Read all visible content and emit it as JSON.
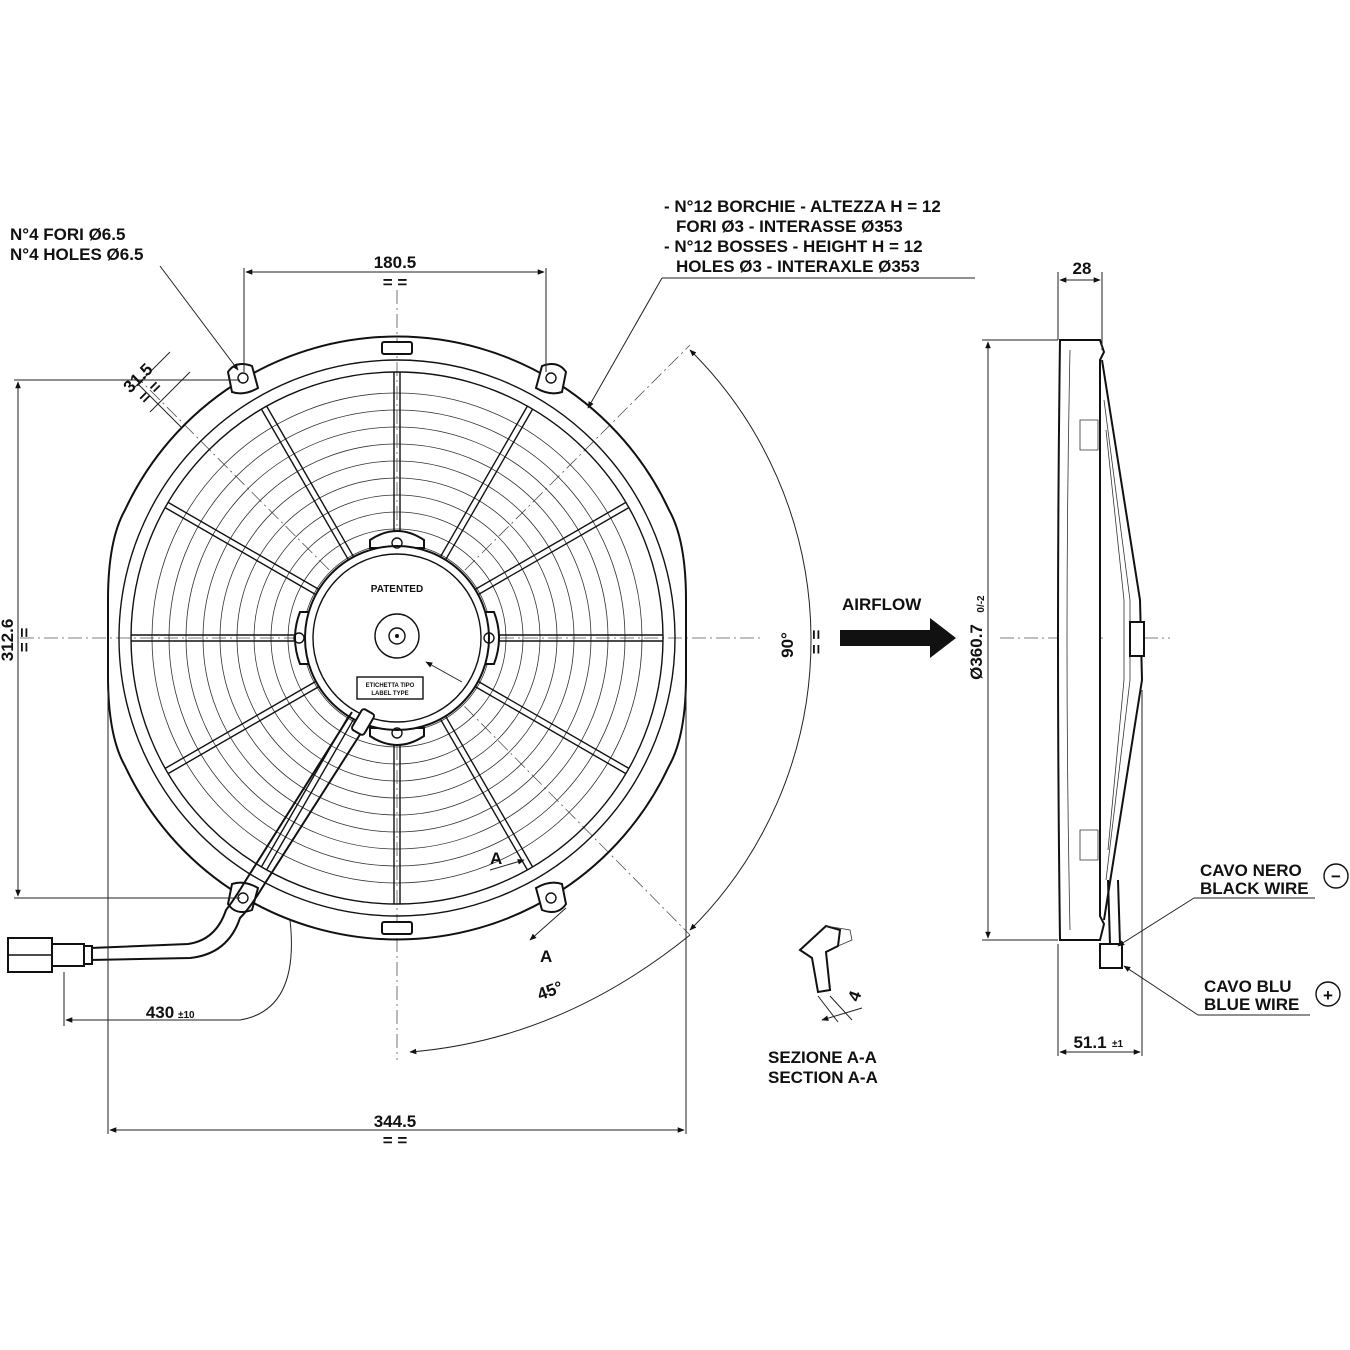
{
  "notes": {
    "holes_it": "N°4 FORI Ø6.5",
    "holes_en": "N°4 HOLES Ø6.5",
    "bosses_line1": "- N°12 BORCHIE - ALTEZZA H = 12",
    "bosses_line2": "FORI Ø3 - INTERASSE Ø353",
    "bosses_line3": "- N°12 BOSSES - HEIGHT H = 12",
    "bosses_line4": "HOLES Ø3 - INTERAXLE Ø353"
  },
  "dimensions": {
    "top_width": "180.5",
    "offset": "31.5",
    "height": "312.6",
    "bottom_width": "344.5",
    "cable": "430",
    "cable_tol": "±10",
    "angle_90": "90°",
    "angle_45": "45°",
    "equal": "= =",
    "side_depth": "28",
    "side_diameter": "Ø360.7",
    "side_diameter_tol": "0/-2",
    "side_total": "51.1",
    "side_total_tol": "±1",
    "section_thickness": "4"
  },
  "labels": {
    "airflow": "AIRFLOW",
    "section_marker": "A",
    "patented": "PATENTED",
    "label_type_it": "ETICHETTA TIPO",
    "label_type_en": "LABEL TYPE",
    "section_it": "SEZIONE A-A",
    "section_en": "SECTION A-A",
    "black_wire_it": "CAVO NERO",
    "black_wire_en": "BLACK WIRE",
    "blue_wire_it": "CAVO BLU",
    "blue_wire_en": "BLUE WIRE",
    "minus": "−",
    "plus": "+"
  }
}
